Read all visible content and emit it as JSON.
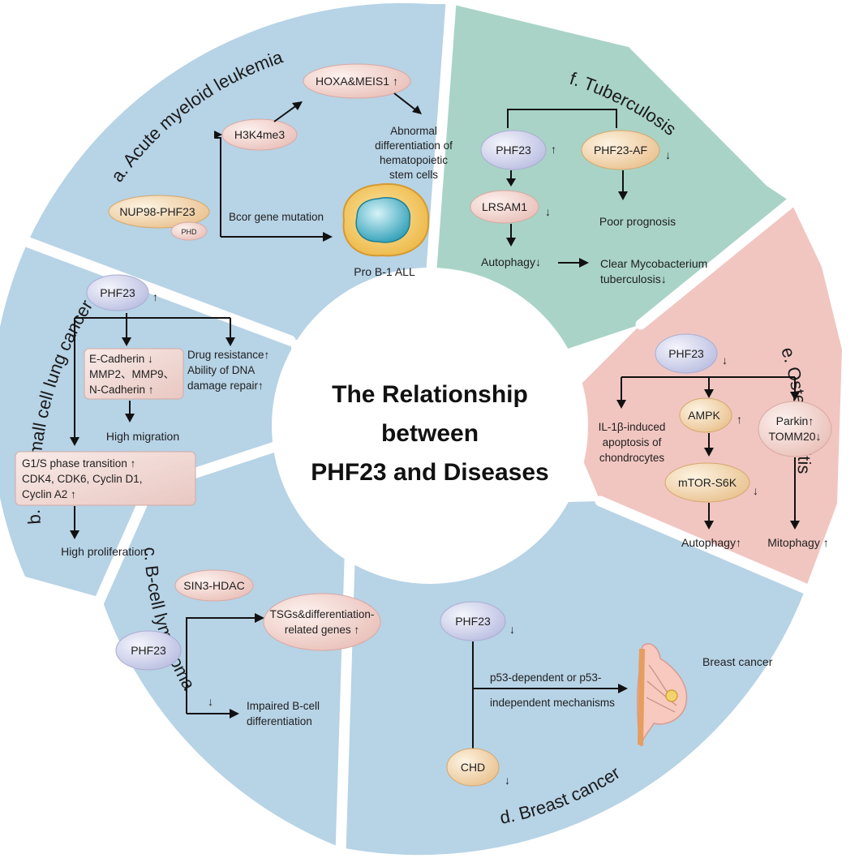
{
  "center": {
    "line1": "The Relationship",
    "line2": "between",
    "line3": "PHF23 and Diseases"
  },
  "colors": {
    "blue_sector": "#b7d3e6",
    "green_sector": "#a9d3c6",
    "pink_sector": "#f1c6c1",
    "divider": "#ffffff",
    "pill_purple": "#cdd0ea",
    "pill_pink": "#f3d2cd",
    "pill_orange": "#f1d2a8",
    "box_pink": "#f3dad6"
  },
  "sectors": {
    "a": {
      "title": "a. Acute myeloid leukemia",
      "nup98": "NUP98-PHF23",
      "phd": "PHD",
      "h3k4": "H3K4me3",
      "hoxa": "HOXA&MEIS1 ↑",
      "abn1": "Abnormal",
      "abn2": "differentiation of",
      "abn3": "hematopoietic",
      "abn4": "stem cells",
      "bcor": "Bcor gene mutation",
      "prob": "Pro B-1 ALL"
    },
    "f": {
      "title": "f. Tuberculosis",
      "phf23": "PHF23",
      "phf23_arrow": "↑",
      "phf23af": "PHF23-AF",
      "phf23af_arrow": "↓",
      "lrsam1": "LRSAM1",
      "lrsam1_arrow": "↓",
      "poor": "Poor prognosis",
      "autophagy": "Autophagy↓",
      "clear1": "Clear Mycobacterium",
      "clear2": "tuberculosis↓"
    },
    "b": {
      "title": "b. Non-small cell lung cancer",
      "phf23": "PHF23",
      "phf23_arrow": "↑",
      "box1_l1": "E-Cadherin ↓",
      "box1_l2": "MMP2、MMP9、",
      "box1_l3": "N-Cadherin ↑",
      "drug1": "Drug resistance↑",
      "drug2": "Ability of DNA",
      "drug3": "damage repair↑",
      "migration": "High migration",
      "box2_l1": "G1/S phase transition ↑",
      "box2_l2": "CDK4, CDK6, Cyclin D1,",
      "box2_l3": "Cyclin A2 ↑",
      "proliferation": "High proliferation"
    },
    "e": {
      "title": "e. Osteoarthritis",
      "phf23": "PHF23",
      "phf23_arrow": "↓",
      "il1": "IL-1β-induced",
      "il2": "apoptosis of",
      "il3": "chondrocytes",
      "ampk": "AMPK",
      "ampk_arrow": "↑",
      "parkin1": "Parkin↑",
      "parkin2": "TOMM20↓",
      "mtor": "mTOR-S6K",
      "mtor_arrow": "↓",
      "autophagy": "Autophagy↑",
      "mitophagy": "Mitophagy ↑"
    },
    "c": {
      "title": "c. B-cell lymphoma",
      "sin3": "SIN3-HDAC",
      "phf23": "PHF23",
      "tsg1": "TSGs&differentiation-",
      "tsg2": "related genes ↑",
      "down": "↓",
      "imp1": "Impaired B-cell",
      "imp2": "differentiation"
    },
    "d": {
      "title": "d. Breast cancer",
      "phf23": "PHF23",
      "phf23_arrow": "↓",
      "mech1": "p53-dependent or p53-",
      "mech2": "independent mechanisms",
      "breast": "Breast cancer",
      "chd": "CHD",
      "chd_arrow": "↓"
    }
  }
}
